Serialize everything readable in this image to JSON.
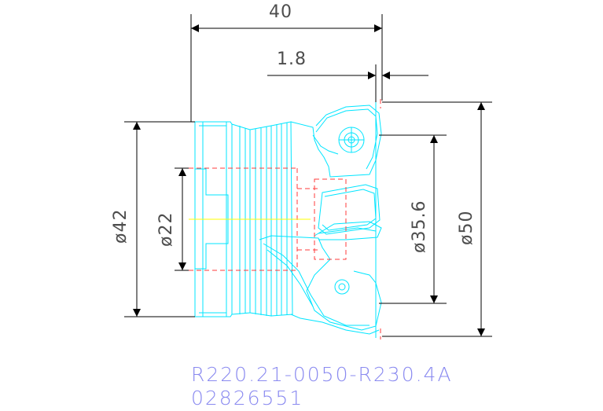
{
  "dimensions": {
    "overall_length": "40",
    "insert_offset": "1.8",
    "shank_diameter": "ø42",
    "bore_diameter": "ø22",
    "body_diameter": "ø35.6",
    "cutting_diameter": "ø50"
  },
  "part": {
    "designation": "R220.21-0050-R230.4A",
    "order_number": "02826551"
  },
  "colors": {
    "outline": "#00e5ff",
    "dimension": "#000000",
    "text": "#4d4d4d",
    "hidden": "#ff3b3b",
    "centerline": "#ffff00",
    "part_text": "#8a8af0"
  }
}
